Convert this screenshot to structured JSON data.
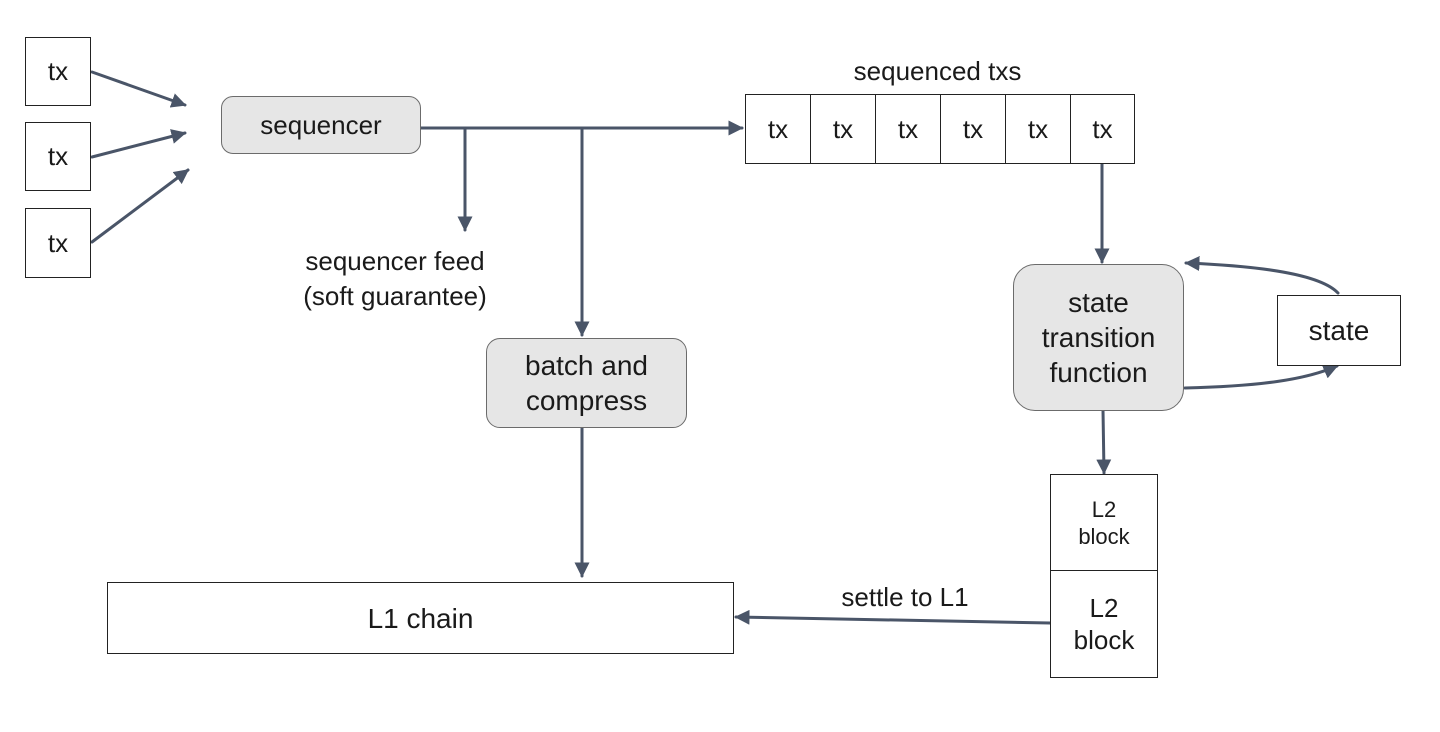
{
  "inputs": [
    "tx",
    "tx",
    "tx"
  ],
  "sequencer": "sequencer",
  "sequencer_feed": "sequencer feed\n(soft guarantee)",
  "sequenced_txs": {
    "label": "sequenced txs",
    "items": [
      "tx",
      "tx",
      "tx",
      "tx",
      "tx",
      "tx"
    ]
  },
  "batch_compress": "batch and\ncompress",
  "stf": "state\ntransition\nfunction",
  "state": "state",
  "l2_blocks": [
    "L2\nblock",
    "L2\nblock"
  ],
  "l1_chain": "L1 chain",
  "settle_label": "settle to L1",
  "colors": {
    "arrow": "#4a5568",
    "process_fill": "#e6e6e6",
    "border": "#222222"
  }
}
